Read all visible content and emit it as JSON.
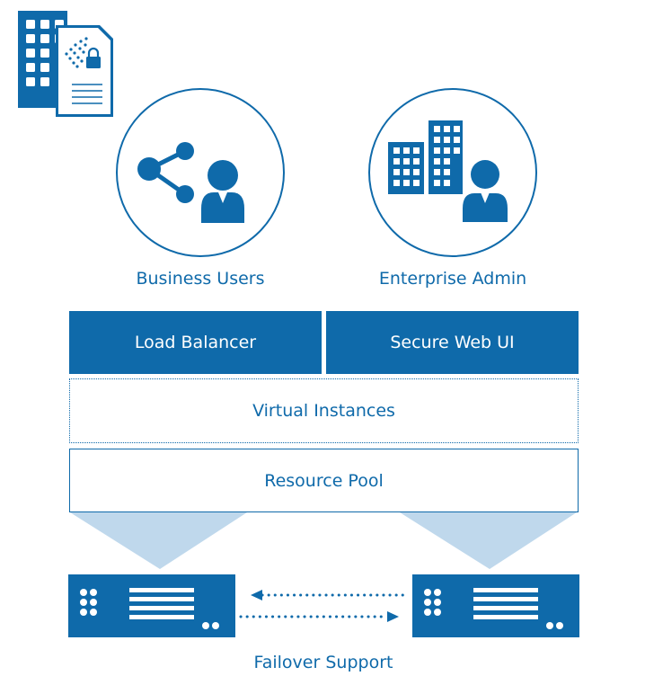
{
  "colors": {
    "primary": "#0f6aaa",
    "light": "#bfd8ec",
    "background": "#ffffff"
  },
  "icons": [
    "secure-document-building-icon",
    "share-icon",
    "user-icon",
    "office-buildings-icon",
    "server-icon",
    "dotted-arrow-left-icon",
    "dotted-arrow-right-icon"
  ],
  "roles": {
    "business_users": "Business Users",
    "enterprise_admin": "Enterprise Admin"
  },
  "layers": {
    "load_balancer": "Load Balancer",
    "secure_web_ui": "Secure Web UI",
    "virtual_instances": "Virtual Instances",
    "resource_pool": "Resource Pool"
  },
  "failover": {
    "label": "Failover Support"
  }
}
